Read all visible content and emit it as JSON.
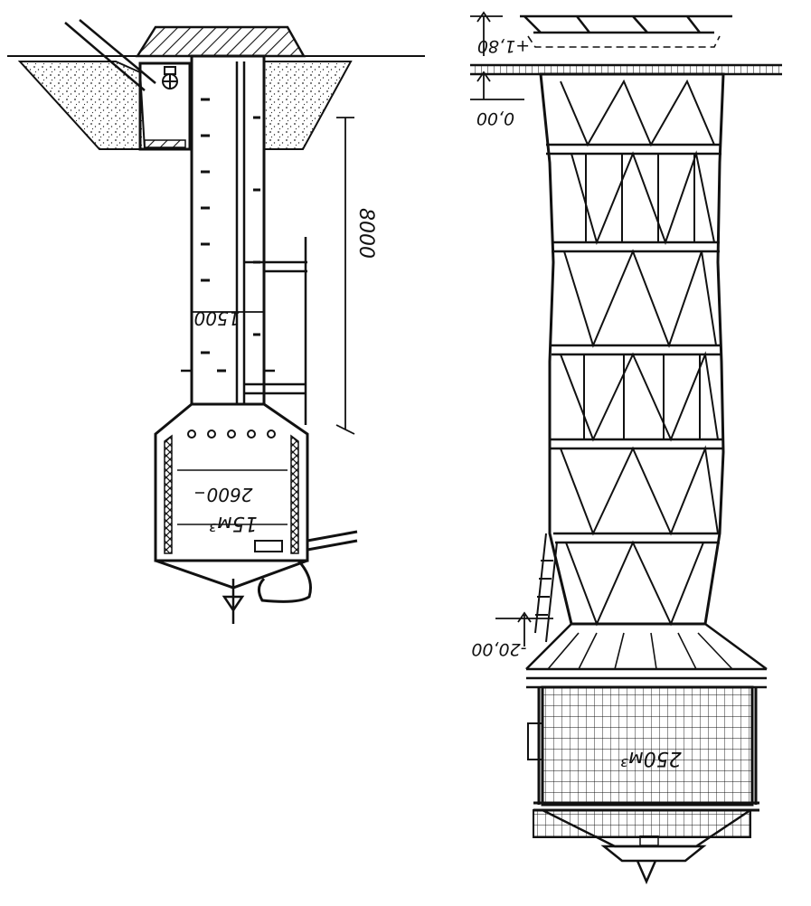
{
  "left_figure": {
    "dim_height": "8000",
    "dim_shaft": "1500",
    "dim_tank": "2600",
    "volume": "15м³"
  },
  "right_figure": {
    "mark_top": "+1,80",
    "mark_ground": "0,00",
    "mark_bottom": "-20,00",
    "volume": "250м³"
  },
  "colors": {
    "ink": "#111111",
    "paper": "#ffffff"
  }
}
